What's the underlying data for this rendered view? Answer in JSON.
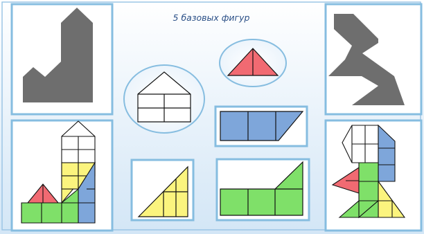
{
  "title": "5 базовых фигур",
  "colors": {
    "background_top": "#ffffff",
    "background_bottom": "#d3e6f6",
    "panel_border": "#7db3d9",
    "silhouette": "#6e6e6e",
    "red": "#f16a72",
    "blue": "#7ea6da",
    "yellow": "#fbf47e",
    "green": "#7fe069",
    "white": "#ffffff",
    "stroke": "#111111"
  },
  "pieces": {
    "triangle": "red",
    "rectangle_parallelogram": "blue",
    "right_triangle_stair": "yellow",
    "l_shape": "green",
    "house_pentagon": "white"
  }
}
